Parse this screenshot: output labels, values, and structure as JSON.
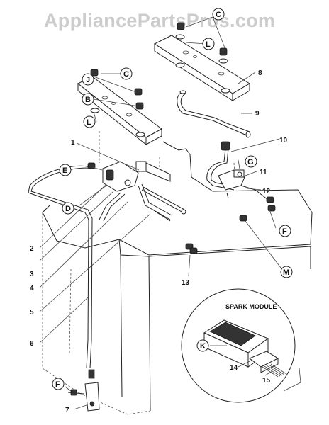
{
  "watermark": "AppliancePartsPros.com",
  "inset_title": "SPARK MODULE",
  "callouts": [
    {
      "id": "C1",
      "text": "C"
    },
    {
      "id": "L1",
      "text": "L"
    },
    {
      "id": "n8",
      "text": "8"
    },
    {
      "id": "J",
      "text": "J"
    },
    {
      "id": "C2",
      "text": "C"
    },
    {
      "id": "B",
      "text": "B"
    },
    {
      "id": "L2",
      "text": "L"
    },
    {
      "id": "n9",
      "text": "9"
    },
    {
      "id": "n10",
      "text": "10"
    },
    {
      "id": "n1",
      "text": "1"
    },
    {
      "id": "G",
      "text": "G"
    },
    {
      "id": "E",
      "text": "E"
    },
    {
      "id": "n11",
      "text": "11"
    },
    {
      "id": "n12",
      "text": "12"
    },
    {
      "id": "D",
      "text": "D"
    },
    {
      "id": "F1",
      "text": "F"
    },
    {
      "id": "n2",
      "text": "2"
    },
    {
      "id": "n3",
      "text": "3"
    },
    {
      "id": "M",
      "text": "M"
    },
    {
      "id": "n13",
      "text": "13"
    },
    {
      "id": "n4",
      "text": "4"
    },
    {
      "id": "n5",
      "text": "5"
    },
    {
      "id": "K",
      "text": "K"
    },
    {
      "id": "n6",
      "text": "6"
    },
    {
      "id": "n14",
      "text": "14"
    },
    {
      "id": "n15",
      "text": "15"
    },
    {
      "id": "F2",
      "text": "F"
    },
    {
      "id": "n7",
      "text": "7"
    }
  ]
}
